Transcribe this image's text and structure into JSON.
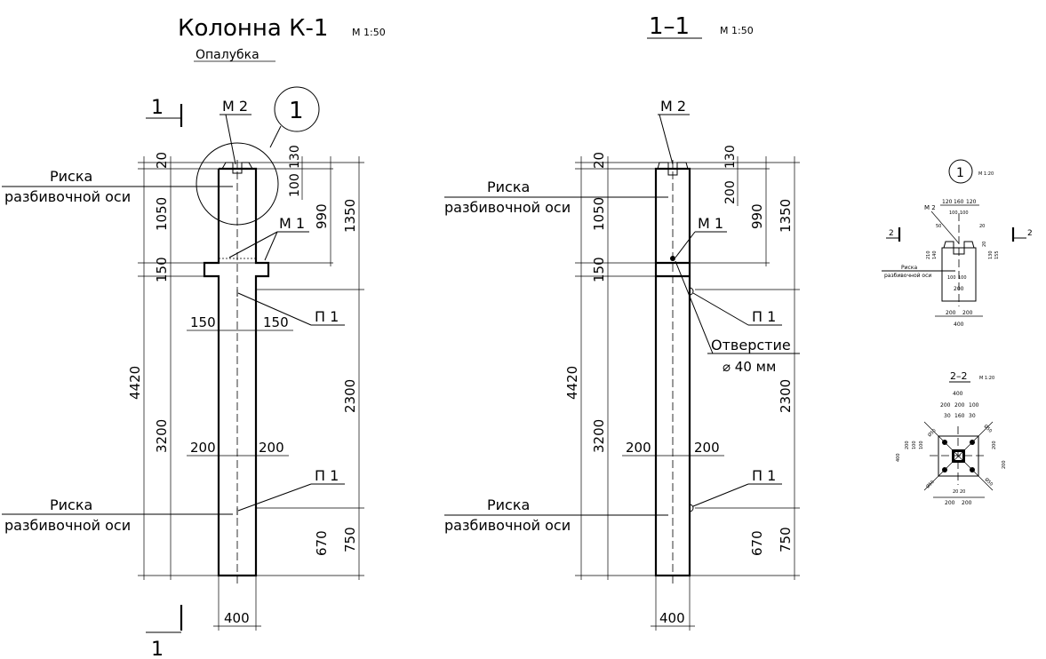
{
  "title": "Колонна К-1",
  "title_scale": "М 1:50",
  "subtitle": "Опалубка",
  "section_label": "1–1",
  "section_scale": "М 1:50",
  "section_marker": "1",
  "callout_number": "1",
  "labels": {
    "riska_1": "Риска",
    "riska_2": "разбивочной оси",
    "m1": "М 1",
    "m2": "М 2",
    "p1": "П 1",
    "hole_1": "Отверстие",
    "hole_2": "⌀ 40 мм"
  },
  "dimensions": {
    "top_gap": "20",
    "d130": "130",
    "d100": "100",
    "d200": "200",
    "d1050": "1050",
    "d990": "990",
    "d1350": "1350",
    "d150": "150",
    "d4420": "4420",
    "d3200": "3200",
    "d2300": "2300",
    "d670": "670",
    "d750": "750",
    "d400": "400"
  },
  "detail": {
    "callout": "1",
    "scale": "М 1:20",
    "m2": "М 2",
    "section_mark": "2",
    "riska_1": "Риска",
    "riska_2": "разбивочной оси",
    "top_dims": [
      "120",
      "160",
      "120"
    ],
    "inner_dims": [
      "100",
      "100"
    ],
    "side_dims": [
      "50",
      "20"
    ],
    "right_dims": [
      "20",
      "130",
      "155"
    ],
    "left_dims": [
      "210",
      "140"
    ],
    "mid_dims": [
      "100",
      "100"
    ],
    "d200": "200",
    "bottom_dims": [
      "200",
      "200"
    ],
    "d400": "400"
  },
  "section2": {
    "label": "2–2",
    "scale": "М 1:20",
    "top_total": "400",
    "top_row": [
      "200",
      "200",
      "100"
    ],
    "top_row2": [
      "30",
      "160",
      "30"
    ],
    "left_dims": [
      "400",
      "200",
      "100",
      "100"
    ],
    "right_dims": [
      "200",
      "200"
    ],
    "diag": [
      "Ø50",
      "Ø50",
      "Ø50",
      "Ø50"
    ],
    "bottom_mid": "20",
    "bottom_mid2": "20",
    "bottom_dims": [
      "200",
      "200"
    ]
  }
}
